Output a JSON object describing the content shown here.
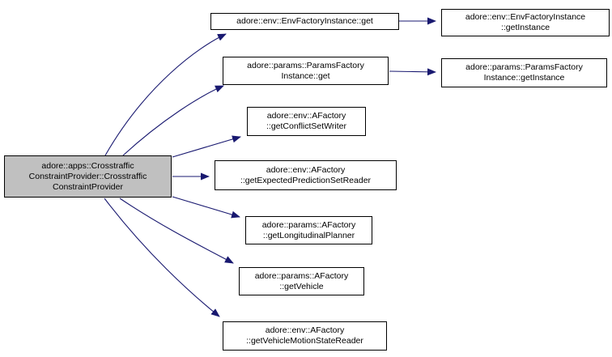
{
  "diagram": {
    "type": "call-graph",
    "edge_color": "#191970",
    "node_fill": "#ffffff",
    "node_border_color": "#000000",
    "main_node_fill": "#c0c0c0"
  },
  "nodes": [
    {
      "id": "main",
      "label": "adore::apps::Crosstraffic\nConstraintProvider::Crosstraffic\nConstraintProvider"
    },
    {
      "id": "envget",
      "label": "adore::env::EnvFactoryInstance::get"
    },
    {
      "id": "envgi",
      "label": "adore::env::EnvFactoryInstance\n::getInstance"
    },
    {
      "id": "parget",
      "label": "adore::params::ParamsFactory\nInstance::get"
    },
    {
      "id": "pargi",
      "label": "adore::params::ParamsFactory\nInstance::getInstance"
    },
    {
      "id": "confl",
      "label": "adore::env::AFactory\n::getConflictSetWriter"
    },
    {
      "id": "expec",
      "label": "adore::env::AFactory\n::getExpectedPredictionSetReader"
    },
    {
      "id": "longi",
      "label": "adore::params::AFactory\n::getLongitudinalPlanner"
    },
    {
      "id": "vehic",
      "label": "adore::params::AFactory\n::getVehicle"
    },
    {
      "id": "vmsr",
      "label": "adore::env::AFactory\n::getVehicleMotionStateReader"
    }
  ]
}
